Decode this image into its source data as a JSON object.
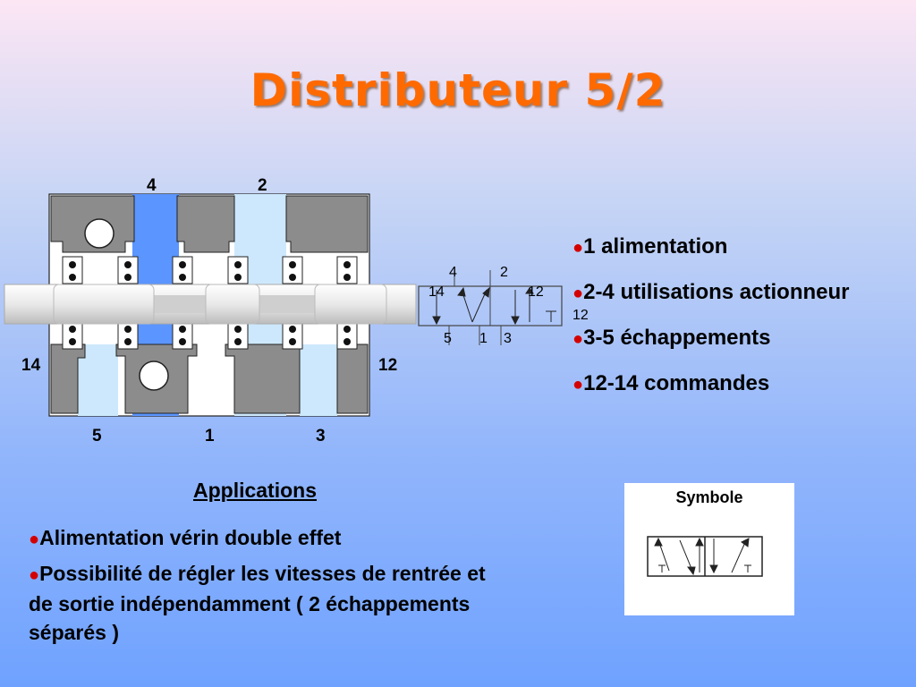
{
  "title": "Distributeur 5/2",
  "valve": {
    "port_top_left": "4",
    "port_top_right": "2",
    "port_bottom_left": "5",
    "port_bottom_mid": "1",
    "port_bottom_right": "3",
    "pilot_left": "14",
    "pilot_right": "12"
  },
  "small_symbol": {
    "p4": "4",
    "p2": "2",
    "p14": "14",
    "p12a": "12",
    "p12b": "12",
    "p5": "5",
    "p1": "1",
    "p3": "3"
  },
  "bullets": [
    "1 alimentation",
    "2-4 utilisations actionneur",
    "3-5 échappements",
    "12-14 commandes"
  ],
  "applications": {
    "title": "Applications",
    "items": [
      "Alimentation vérin double effet",
      "Possibilité de régler les vitesses de rentrée et de sortie indépendamment ( 2 échappements séparés )"
    ]
  },
  "symbol_box": {
    "label": "Symbole"
  },
  "colors": {
    "title": "#ff6a00",
    "bullet_dot": "#d40000",
    "body_gray": "#8c8c8c",
    "passage_blue": "#5b95ff",
    "passage_light": "#cde8fc"
  }
}
